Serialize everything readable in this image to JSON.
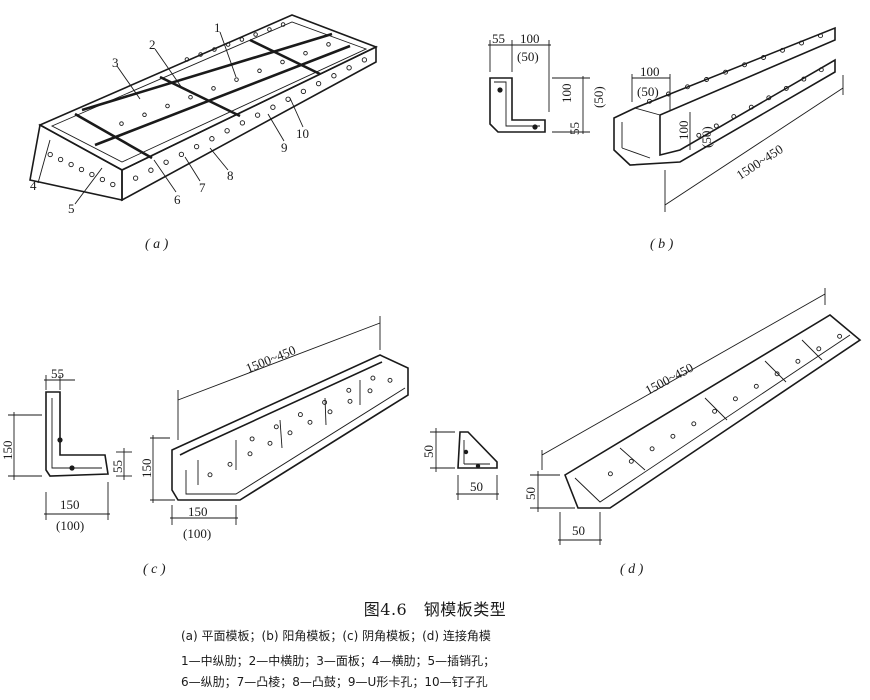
{
  "figure": {
    "title": "图4.6　钢模板类型",
    "types_line": "(a) 平面模板；(b) 阳角模板；(c) 阴角模板；(d) 连接角模",
    "legend_line_1": "1—中纵肋；2—中横肋；3—面板；4—横肋；5—插销孔；",
    "legend_line_2": "6—纵肋；7—凸棱；8—凸鼓；9—U形卡孔；10—钉子孔"
  },
  "panel_a": {
    "label": "( a )",
    "callouts": [
      "1",
      "2",
      "3",
      "4",
      "5",
      "6",
      "7",
      "8",
      "9",
      "10"
    ]
  },
  "panel_b": {
    "label": "( b )",
    "dims": {
      "d55": "55",
      "d100": "100",
      "d50p": "(50)",
      "v100": "100",
      "v50p": "(50)",
      "v55": "55",
      "iso100": "100",
      "iso50p": "(50)",
      "iso100v": "100",
      "iso50pv": "(50)",
      "length": "1500~450"
    }
  },
  "panel_c": {
    "label": "( c )",
    "dims": {
      "d55": "55",
      "v150": "150",
      "d150": "150",
      "d100p": "(100)",
      "length": "1500~450",
      "iso150v": "150",
      "iso55": "55",
      "iso150": "150",
      "iso100p": "(100)"
    }
  },
  "panel_d": {
    "label": "( d )",
    "dims": {
      "v50": "50",
      "h50": "50",
      "length": "1500~450",
      "iso50v": "50",
      "iso50h": "50"
    }
  }
}
